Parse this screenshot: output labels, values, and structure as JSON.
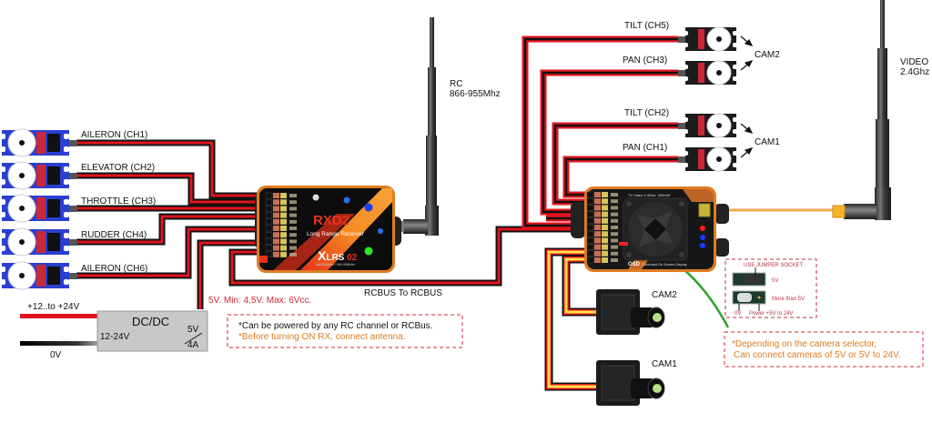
{
  "diagram": {
    "title": "RXD2 Long Range Receiver + Video TX wiring",
    "left_servos": [
      {
        "label": "AILERON (CH1)"
      },
      {
        "label": "ELEVATOR (CH2)"
      },
      {
        "label": "THROTTLE (CH3)"
      },
      {
        "label": "RUDDER (CH4)"
      },
      {
        "label": "AILERON (CH6)"
      }
    ],
    "right_servos": [
      {
        "label": "TILT (CH5)"
      },
      {
        "label": "PAN (CH3)"
      },
      {
        "label": "TILT (CH2)"
      },
      {
        "label": "PAN (CH1)"
      }
    ],
    "cam_groups": [
      {
        "label": "CAM2"
      },
      {
        "label": "CAM1"
      }
    ],
    "cameras": [
      {
        "label": "CAM2"
      },
      {
        "label": "CAM1"
      }
    ],
    "rc_antenna": {
      "line1": "RC",
      "line2": "866-955Mhz"
    },
    "video_antenna": {
      "line1": "VIDEO",
      "line2": "2.4Ghz"
    },
    "receiver": {
      "brand": "RXD2",
      "subtitle": "Long Range Receiver",
      "model": "XLRS 02",
      "model_a": "X",
      "model_b": "LRS",
      "model_c": " 02",
      "freq": "866-868MHz / 900-928MHz"
    },
    "video_tx": {
      "header": "TX Video 2.4Ghz. 500mW",
      "footer_brand": "OSD",
      "footer_text": "Extended On Screen Display"
    },
    "power": {
      "input_plus": "+12..to +24V",
      "input_zero": "0V",
      "dcdc_title": "DC/DC",
      "dcdc_in": "12-24V",
      "dcdc_out_v": "5V",
      "dcdc_out_a": "4A",
      "rx_power_note": "5V. Min: 4,5V. Max: 6Vcc."
    },
    "rcbus_label": "RCBUS To RCBUS",
    "notes_left": {
      "line1": "*Can be powered by any RC channel or RCBus.",
      "line2": "*Before turning ON RX, connect antenna."
    },
    "jumper": {
      "title": "USE JUMPER SOCKET",
      "opt1": "5V",
      "opt2": "More than 5V",
      "pin_0v": "0V",
      "pin_power": "Power +5V to 24V"
    },
    "notes_right": {
      "line1": "*Depending on the camera selector,",
      "line2": "Can connect cameras of 5V or 5V to 24V."
    },
    "colors": {
      "wire_red": "#e0141e",
      "wire_black": "#111111",
      "wire_yellow": "#ffe24a",
      "wire_orange": "#f28a1e",
      "board_orange": "#f07d1a",
      "servo_blue": "#2a3fcf",
      "note_red": "#d0283a",
      "note_orange": "#e07b20",
      "green_wire": "#2aa32a"
    }
  }
}
